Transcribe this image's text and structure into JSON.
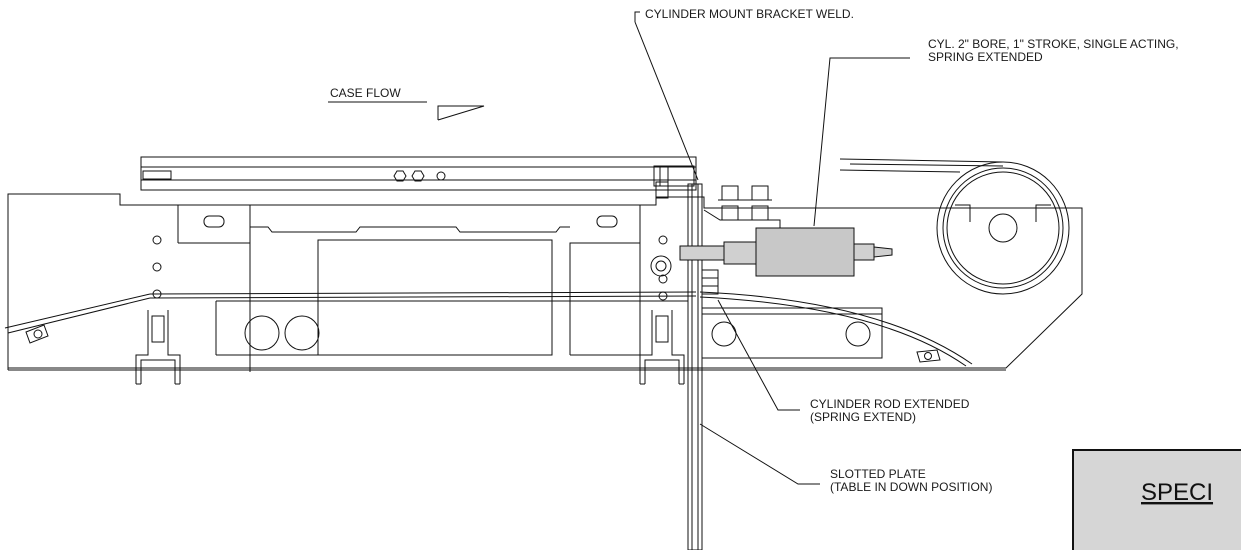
{
  "labels": {
    "bracket_weld": "CYLINDER MOUNT BRACKET WELD.",
    "cylinder_line1": "CYL. 2\" BORE, 1\" STROKE, SINGLE ACTING,",
    "cylinder_line2": "SPRING EXTENDED",
    "case_flow": "CASE FLOW",
    "rod_line1": "CYLINDER ROD EXTENDED",
    "rod_line2": "(SPRING EXTEND)",
    "plate_line1": "SLOTTED PLATE",
    "plate_line2": "(TABLE IN DOWN POSITION)"
  },
  "spec_box": {
    "text": "SPECI"
  },
  "colors": {
    "line": "#111111",
    "cylinder": "#c8c8c8",
    "spec_box": "#d6d6d6"
  }
}
